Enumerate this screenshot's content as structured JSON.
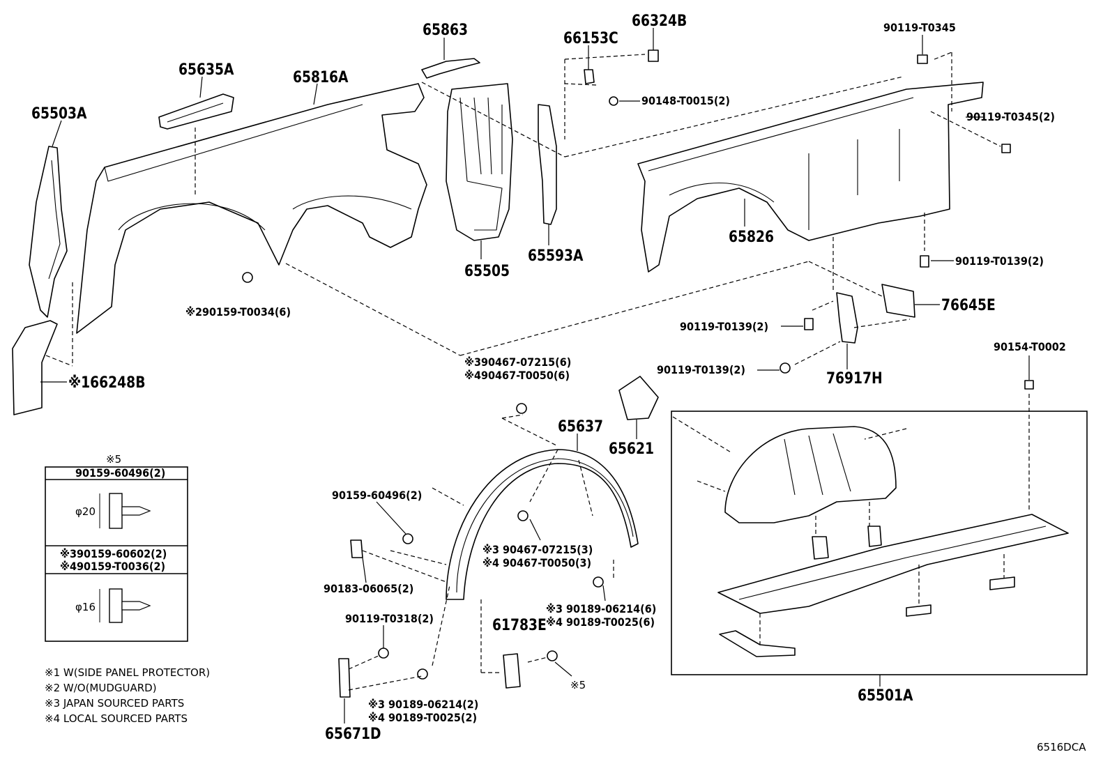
{
  "parts": {
    "p65863": "65863",
    "p66153C": "66153C",
    "p66324B": "66324B",
    "p90119_T0345": "90119-T0345",
    "p65635A": "65635A",
    "p65816A": "65816A",
    "p65503A": "65503A",
    "p90148_T0015": "90148-T0015(2)",
    "p90119_T0345_2": "90119-T0345(2)",
    "p65826": "65826",
    "p65505": "65505",
    "p65593A": "65593A",
    "p90119_T0139_a": "90119-T0139(2)",
    "p90159_T0034": "※290159-T0034(6)",
    "p76645E": "76645E",
    "p90119_T0139_b": "90119-T0139(2)",
    "p90154_T0002": "90154-T0002",
    "p90119_T0139_c": "90119-T0139(2)",
    "p76917H": "76917H",
    "p90467_07215_6": "※390467-07215(6)",
    "p90467_T0050_6": "※490467-T0050(6)",
    "p66248B": "※166248B",
    "p65637": "65637",
    "p65621": "65621",
    "p90159_60496": "90159-60496(2)",
    "p90467_07215_3": "※3 90467-07215(3)",
    "p90467_T0050_3": "※4 90467-T0050(3)",
    "p90183_06065": "90183-06065(2)",
    "p90189_06214_6": "※3 90189-06214(6)",
    "p90189_T0025_6": "※4 90189-T0025(6)",
    "p90119_T0318": "90119-T0318(2)",
    "p61783E": "61783E",
    "p5ref": "※5",
    "p90189_06214_2": "※3 90189-06214(2)",
    "p90189_T0025_2": "※4 90189-T0025(2)",
    "p65671D": "65671D",
    "p65501A": "65501A"
  },
  "table": {
    "header": "※5",
    "row1": "90159-60496(2)",
    "dia1": "φ20",
    "row2a": "※390159-60602(2)",
    "row2b": "※490159-T0036(2)",
    "dia2": "φ16"
  },
  "notes": [
    "※1 W(SIDE PANEL PROTECTOR)",
    "※2 W/O(MUDGUARD)",
    "※3 JAPAN SOURCED PARTS",
    "※4 LOCAL SOURCED PARTS"
  ],
  "diagram_code": "6516DCA"
}
